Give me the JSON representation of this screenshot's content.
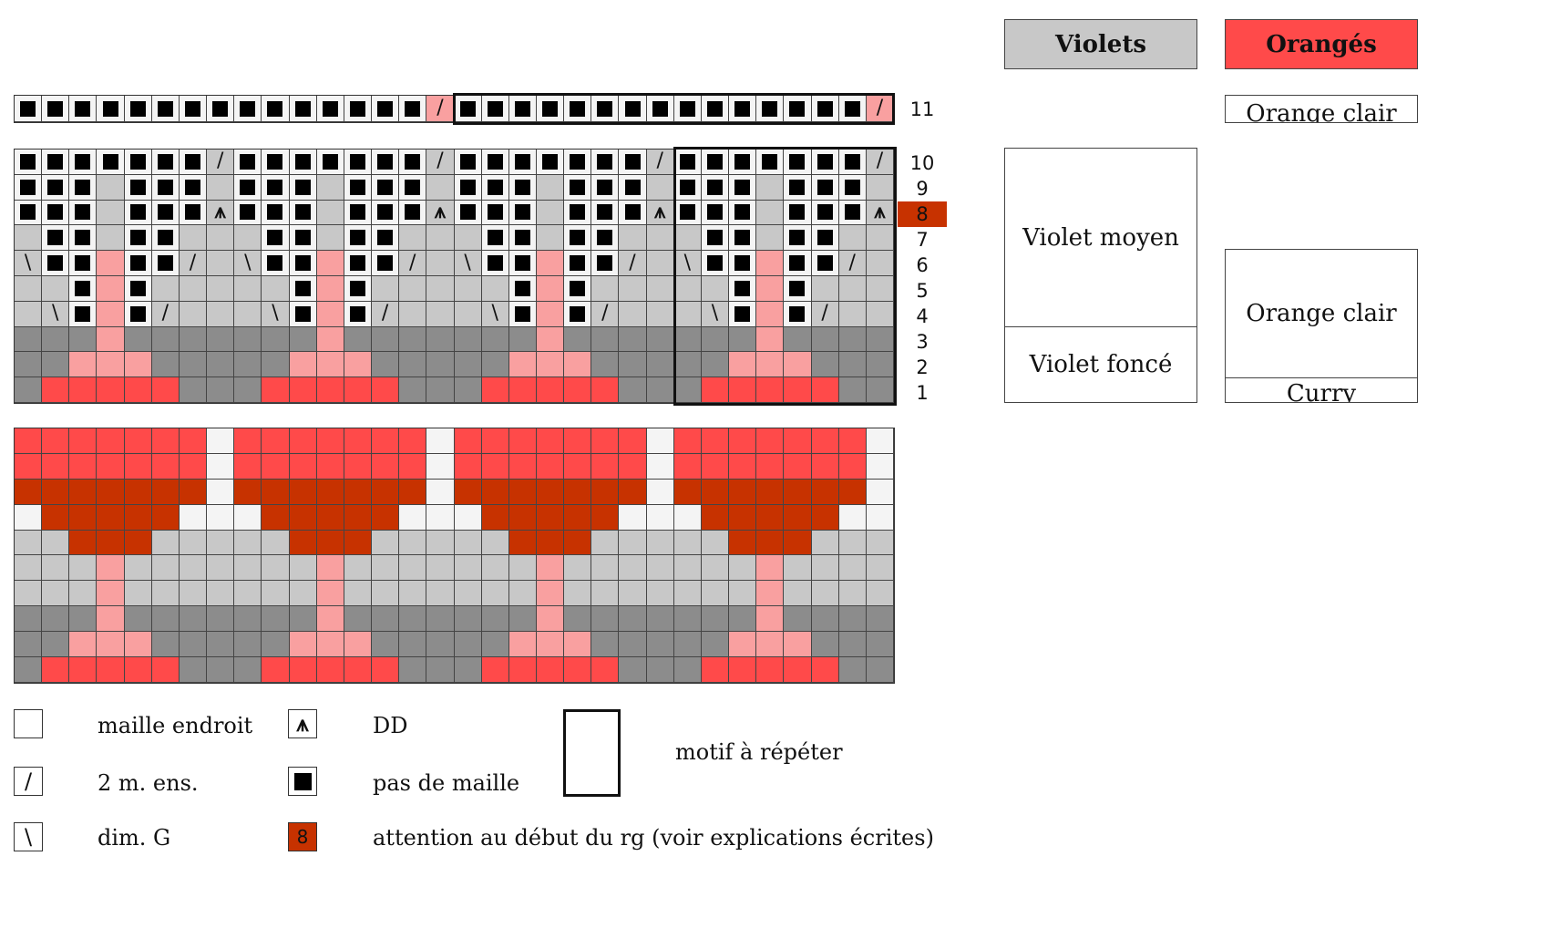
{
  "colors": {
    "white": "#f4f4f4",
    "light_gray": "#c8c8c8",
    "dark_gray": "#8c8c8c",
    "pink": "#f9a0a0",
    "red": "#ff4a4a",
    "dark_orange": "#c73200",
    "no_stitch": "#000000",
    "violets_header": "#c8c8c8",
    "oranges_header": "#ff4a4a"
  },
  "color_groups": {
    "violets_label": "Violets",
    "oranges_label": "Orangés",
    "violet_moyen": "Violet moyen",
    "violet_fonce": "Violet foncé",
    "orange_clair_top": "Orange clair",
    "orange_clair": "Orange clair",
    "curry": "Curry"
  },
  "row_numbers": [
    "11",
    "10",
    "9",
    "8",
    "7",
    "6",
    "5",
    "4",
    "3",
    "2",
    "1"
  ],
  "highlighted_row": "8",
  "row11": "BBBBBBBBBBBBBBBPBBBBBBBBBBBBBBBR",
  "chart_rows": [
    "BBBBBBBSBBBBBBBSBBBBBBBSBBBBBBBS",
    "BBBLBBBLBBBLBBBLBBBLBBBLBBBLBBBL",
    "BBBLBBBABBBLBBBABBBLBBBABBBLBBBA",
    "LBBLBBLLLBBLBBLLLBBLBBLLLBBLBBLL",
    "KBBPBBULKBBPBBULKBBPBBULKBBPBBUL",
    "LLBPBLLLLLBPBLLLLLBPBLLLLLBPBLLL",
    "LKBPBULLLKBPBULLLKBPBULLLKBPBULL",
    "DDDPDDDDDDDPDDDDDDDPDDDDDDDPDDDD",
    "DDPPPDDDDDPPPDDDDDPPPDDDDDPPPDDD",
    "DRRRRRDDDRRRRRDDDRRRRRDDDRRRRRDD"
  ],
  "color_rows": [
    "RRRRRRRWRRRRRRRWRRRRRRRWRRRRRRRW",
    "RRRRRRRWRRRRRRRWRRRRRRRWRRRRRRRW",
    "OOOOOOOWOOOOOOOWOOOOOOOWOOOOOOOW",
    "WOOOOOWWWOOOOOWWWOOOOOWWWOOOOOWW",
    "LLOOOLLLLLOOOLLLLLOOOLLLLLOOOLLL",
    "LLLPLLLLLLLPLLLLLLLPLLLLLLLPLLLL",
    "LLLPLLLLLLLPLLLLLLLPLLLLLLLPLLLL",
    "DDDPDDDDDDDPDDDDDDDPDDDDDDDPDDDD",
    "DDPPPDDDDDPPPDDDDDPPPDDDDDPPPDDD",
    "DRRRRRDDDRRRRRDDDRRRRRDDDRRRRRDD"
  ],
  "legend": {
    "knit": "maille endroit",
    "k2tog": "2 m. ens.",
    "ssk": "dim. G",
    "dd": "DD",
    "no_stitch": "pas de maille",
    "attention_symbol": "8",
    "attention": "attention au début du rg (voir explications écrites)",
    "repeat": "motif à répéter"
  }
}
